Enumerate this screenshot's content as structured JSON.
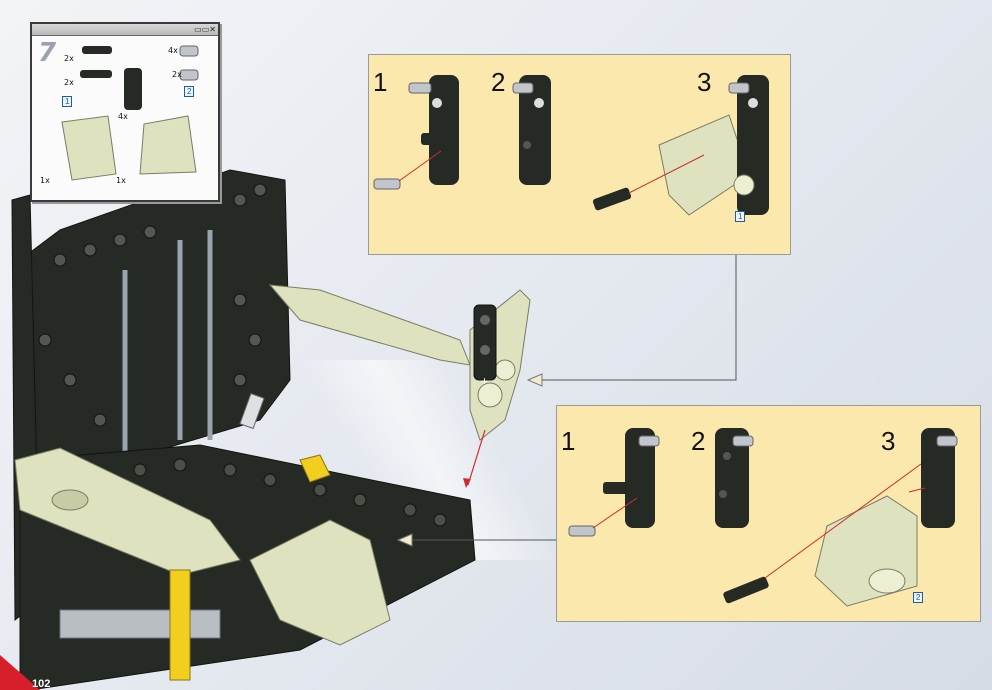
{
  "parts_window": {
    "title": "",
    "step_number": "7",
    "quantities": [
      "2x",
      "2x",
      "4x",
      "2x",
      "4x",
      "1x",
      "1x"
    ],
    "box_labels": [
      "1",
      "2"
    ]
  },
  "panel_top": {
    "substeps": [
      "1",
      "2",
      "3"
    ],
    "box_label": "1"
  },
  "panel_bottom": {
    "substeps": [
      "1",
      "2",
      "3"
    ],
    "box_label": "2"
  },
  "page_number": "102",
  "colors": {
    "panel_fill": "#fbe8ad",
    "part_dark": "#262a25",
    "part_beige": "#dfe2bf",
    "part_gray": "#bfc7cf",
    "arrow_red": "#d22a2a",
    "accent_yellow": "#f2cf1e",
    "accent_red": "#d61f2a"
  }
}
